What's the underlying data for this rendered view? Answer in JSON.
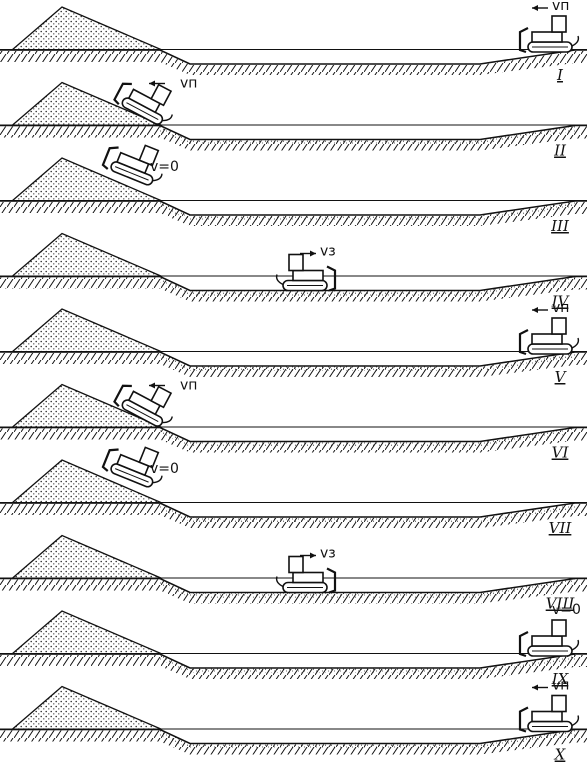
{
  "figure": {
    "stages": [
      {
        "numeral": "I",
        "speed_label": "vп",
        "dozer_position": "right-end",
        "arrow": "left",
        "trench": "cut"
      },
      {
        "numeral": "II",
        "speed_label": "vп",
        "dozer_position": "on-slope",
        "arrow": "left",
        "trench": "fill"
      },
      {
        "numeral": "III",
        "speed_label": "v=0",
        "dozer_position": "slope-top",
        "arrow": "none",
        "trench": "fill"
      },
      {
        "numeral": "IV",
        "speed_label": "vз",
        "dozer_position": "middle",
        "arrow": "right",
        "trench": "fill"
      },
      {
        "numeral": "V",
        "speed_label": "vп",
        "dozer_position": "right-end",
        "arrow": "left",
        "trench": "fill"
      },
      {
        "numeral": "VI",
        "speed_label": "vп",
        "dozer_position": "on-slope",
        "arrow": "left",
        "trench": "fill"
      },
      {
        "numeral": "VII",
        "speed_label": "v=0",
        "dozer_position": "slope-top",
        "arrow": "none",
        "trench": "fill"
      },
      {
        "numeral": "VIII",
        "speed_label": "vз",
        "dozer_position": "middle",
        "arrow": "right",
        "trench": "fill"
      },
      {
        "numeral": "IX",
        "speed_label": "v=0",
        "dozer_position": "right-end",
        "arrow": "none",
        "trench": "fill"
      },
      {
        "numeral": "X",
        "speed_label": "vп",
        "dozer_position": "right-end",
        "arrow": "left",
        "trench": "fill"
      }
    ],
    "colors": {
      "ink": "#111111",
      "paper": "#ffffff",
      "stipple": "#222222"
    }
  }
}
